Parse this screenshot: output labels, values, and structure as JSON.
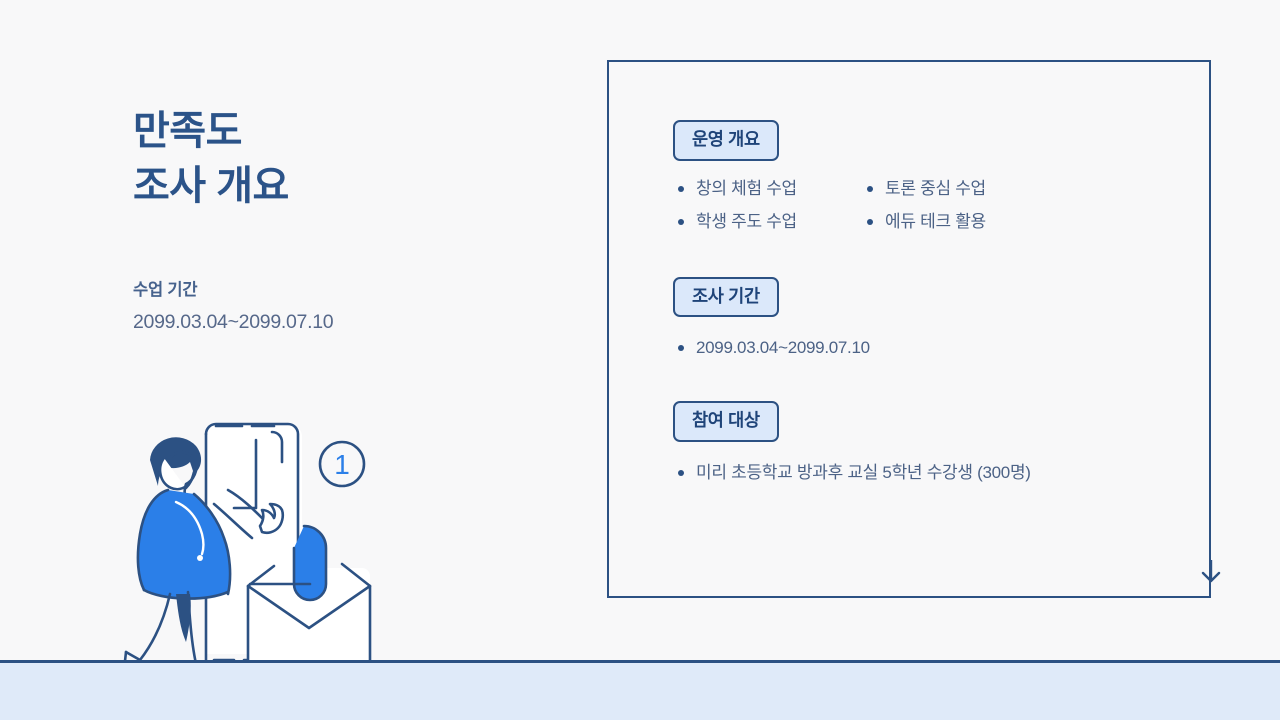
{
  "slide": {
    "background_color": "#f8f8f9",
    "accent_navy": "#2c5183",
    "accent_blue": "#2b7fe8",
    "badge_fill": "#dbe8fa",
    "bottom_band_color": "#dfeaf9"
  },
  "left": {
    "title_line1": "만족도",
    "title_line2": "조사 개요",
    "sub_label": "수업 기간",
    "sub_value": "2099.03.04~2099.07.10",
    "illustration_badge_number": "1"
  },
  "panel": {
    "sections": [
      {
        "badge": "운영 개요",
        "columns": [
          [
            "창의 체험 수업",
            "학생 주도 수업"
          ],
          [
            "토론 중심 수업",
            "에듀 테크 활용"
          ]
        ]
      },
      {
        "badge": "조사 기간",
        "items": [
          "2099.03.04~2099.07.10"
        ]
      },
      {
        "badge": "참여 대상",
        "items": [
          "미리 초등학교 방과후 교실 5학년 수강생 (300명)"
        ]
      }
    ]
  }
}
